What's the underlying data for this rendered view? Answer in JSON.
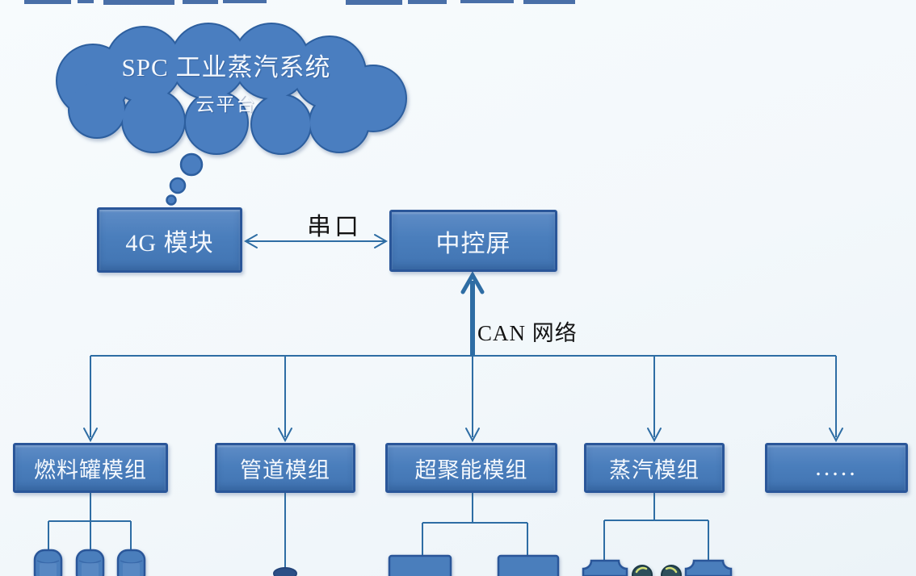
{
  "colors": {
    "bg": "#f3f8fb",
    "node_fill": "#4a7ebc",
    "node_fill_light": "#5e8cc6",
    "node_border": "#2a5699",
    "cloud_fill": "#4a7ec0",
    "cloud_border": "#2d5f9f",
    "line": "#2e6da4",
    "label_text": "#f4f8fd",
    "connector_label": "#141414",
    "dark_endpoint": "#2c4f86",
    "gauge_fill": "#2e4f5b",
    "gauge_accent": "#d3df76"
  },
  "cloud": {
    "line1": "SPC 工业蒸汽系统",
    "line2": "云平台"
  },
  "nodes": {
    "module_4g": "4G 模块",
    "central_screen": "中控屏"
  },
  "links": {
    "serial": "串口",
    "can": "CAN 网络"
  },
  "modules": [
    {
      "label": "燃料罐模组"
    },
    {
      "label": "管道模组"
    },
    {
      "label": "超聚能模组"
    },
    {
      "label": "蒸汽模组"
    },
    {
      "label": "....."
    }
  ],
  "icons": {
    "cloud": "thought-cloud-shape",
    "thought_bubbles": "three-shrinking-circles",
    "fuel_tanks": "three-cylinder-tank-icons",
    "pipe_endpoint": "dark-ellipse-icon",
    "energy_units": "two-rectangle-unit-icons",
    "steam_units": "two-plaque-badge-icons",
    "gauges": "two-round-gauge-icons"
  }
}
